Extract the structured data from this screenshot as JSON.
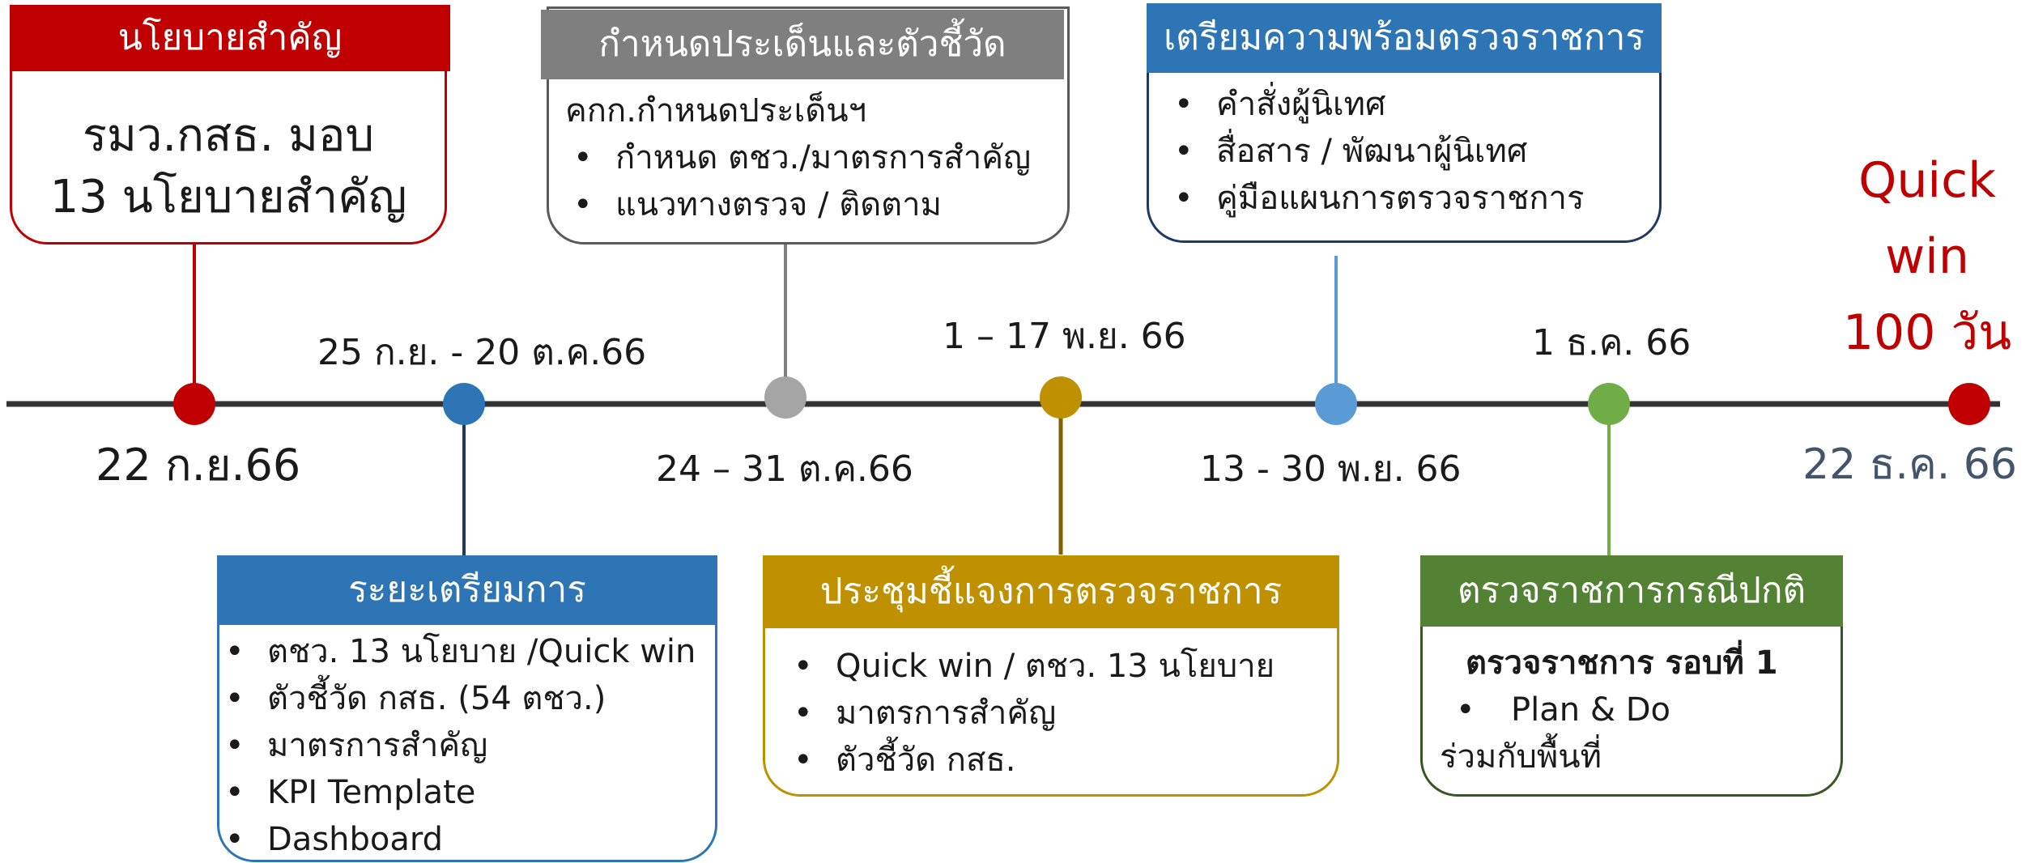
{
  "timeline": {
    "dates": {
      "start": "22 ก.ย.66",
      "prep_period": "25 ก.ย. - 20 ต.ค.66",
      "define_period": "24 – 31 ต.ค.66",
      "meeting_period": "1 – 17 พ.ย. 66",
      "ready_period": "13 - 30 พ.ย. 66",
      "inspect_date": "1 ธ.ค. 66",
      "end": "22 ธ.ค. 66"
    },
    "quick_win": {
      "line1": "Quick",
      "line2": "win",
      "line3": "100 วัน"
    }
  },
  "policy": {
    "title": "นโยบายสำคัญ",
    "line1": "รมว.กสธ. มอบ",
    "line2": "13 นโยบายสำคัญ"
  },
  "define": {
    "title": "กำหนดประเด็นและตัวชี้วัด",
    "intro": "คกก.กำหนดประเด็นฯ",
    "items": [
      "กำหนด ตชว./มาตรการสำคัญ",
      "แนวทางตรวจ / ติดตาม"
    ]
  },
  "ready": {
    "title": "เตรียมความพร้อมตรวจราชการ",
    "items": [
      "คำสั่งผู้นิเทศ",
      "สื่อสาร / พัฒนาผู้นิเทศ",
      "คู่มือแผนการตรวจราชการ"
    ]
  },
  "prep": {
    "title": "ระยะเตรียมการ",
    "items": [
      "ตชว. 13 นโยบาย /Quick win",
      "ตัวชี้วัด กสธ. (54 ตชว.)",
      "มาตรการสำคัญ",
      "KPI Template",
      "Dashboard"
    ]
  },
  "meeting": {
    "title": "ประชุมชี้แจงการตรวจราชการ",
    "items": [
      "Quick win / ตชว. 13 นโยบาย",
      "มาตรการสำคัญ",
      "ตัวชี้วัด กสธ."
    ]
  },
  "inspect": {
    "title": "ตรวจราชการกรณีปกติ",
    "bold": "ตรวจราชการ รอบที่ 1",
    "item": "Plan & Do",
    "tail": "ร่วมกับพื้นที่"
  },
  "colors": {
    "red": "#c00000",
    "blue": "#2e75b6",
    "navy": "#1f3864",
    "gray": "#7f7f7f",
    "gold": "#bf9000",
    "lightblue": "#5b9bd5",
    "green": "#70ad47",
    "darkgreen": "#548235",
    "line": "#333333",
    "slate": "#44546a"
  }
}
